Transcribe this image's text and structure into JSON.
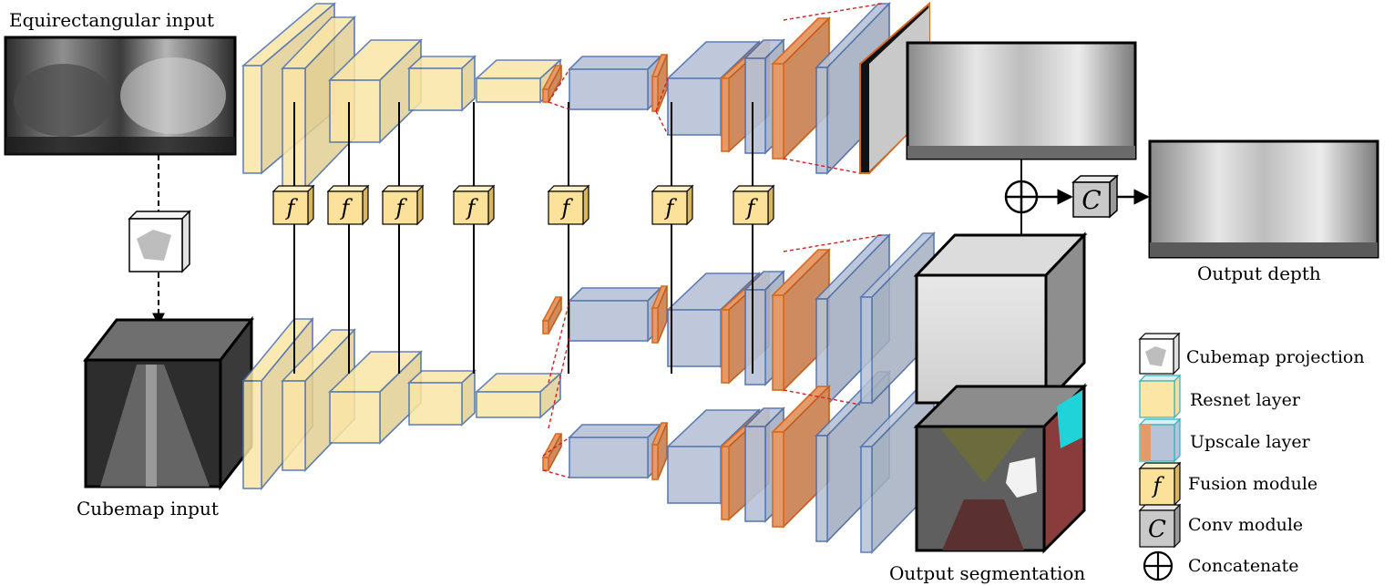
{
  "labels": {
    "equirect_input": "Equirectangular input",
    "cubemap_input": "Cubemap input",
    "output_depth": "Output depth",
    "output_segmentation": "Output segmentation"
  },
  "module_letters": {
    "fusion": "f",
    "conv": "C"
  },
  "legend": {
    "cubemap_projection": "Cubemap projection",
    "resnet_layer": "Resnet layer",
    "upscale_layer": "Upscale layer",
    "fusion_module": "Fusion module",
    "conv_module": "Conv module",
    "concatenate": "Concatenate"
  },
  "colors": {
    "resnet_fill": "#fbe6a6",
    "resnet_stroke": "#4a6fb0",
    "upscale_fill": "#b7c3d6",
    "upscale_stroke": "#4a6fb0",
    "orange_fill": "#e59a6a",
    "orange_stroke": "#d9691f",
    "fusion_fill": "#fbe19a",
    "dashed_red": "#d02020"
  }
}
